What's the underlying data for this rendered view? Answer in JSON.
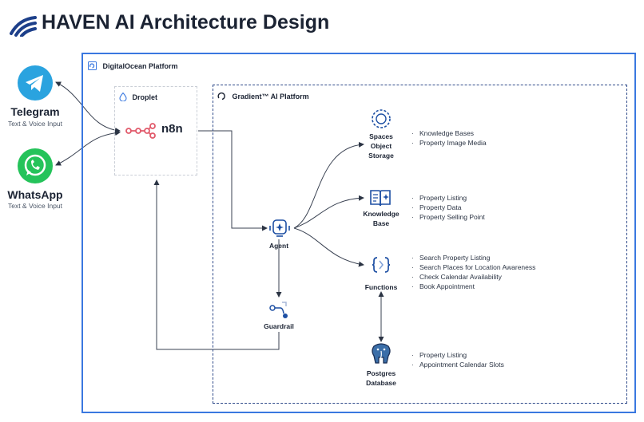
{
  "title": "HAVEN AI Architecture Design",
  "channels": [
    {
      "name": "Telegram",
      "subtitle": "Text & Voice Input"
    },
    {
      "name": "WhatsApp",
      "subtitle": "Text & Voice Input"
    }
  ],
  "digitalocean": {
    "label": "DigitalOcean Platform"
  },
  "droplet": {
    "label": "Droplet",
    "app": "n8n"
  },
  "gradient": {
    "label": "Gradient™ AI Platform"
  },
  "nodes": {
    "agent": "Agent",
    "guardrail": "Guardrail",
    "spaces": [
      "Spaces",
      "Object",
      "Storage"
    ],
    "knowledge": [
      "Knowledge",
      "Base"
    ],
    "functions": "Functions",
    "postgres": [
      "Postgres",
      "Database"
    ]
  },
  "bullets": {
    "spaces": [
      "Knowledge Bases",
      "Property Image Media"
    ],
    "knowledge": [
      "Property Listing",
      "Property Data",
      "Property Selling Point"
    ],
    "functions": [
      "Search Property Listing",
      "Search Places for Location Awareness",
      "Check Calendar Availability",
      "Book Appointment"
    ],
    "postgres": [
      "Property Listing",
      "Appointment Calendar Slots"
    ]
  },
  "colors": {
    "telegram": "#2aa3df",
    "whatsapp": "#25c35a",
    "do_blue": "#3a78e0",
    "gradient_border": "#2f4a8a",
    "n8n": "#e15a6b",
    "icon_blue": "#1d4fa3"
  }
}
